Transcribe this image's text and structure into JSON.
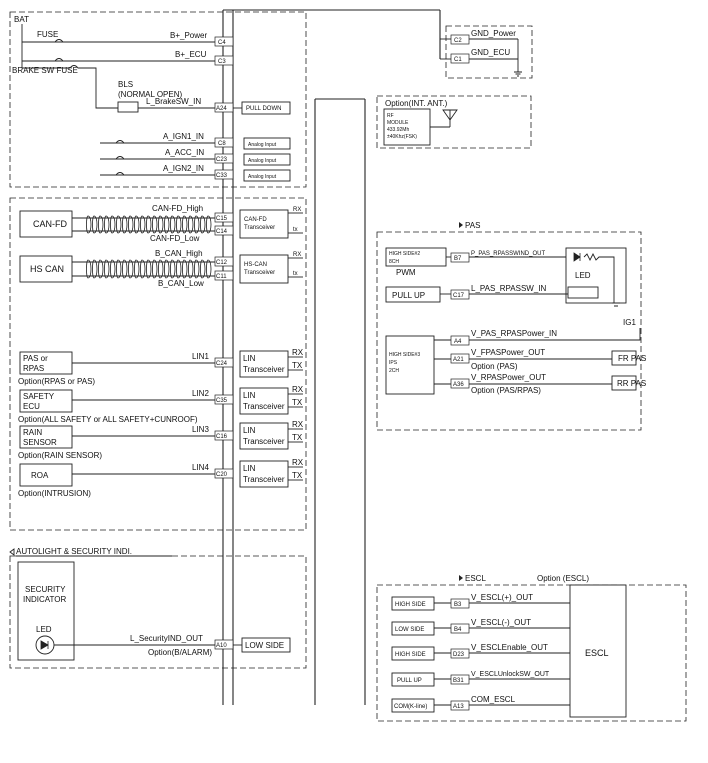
{
  "left": {
    "bat": "BAT",
    "fuse": "FUSE",
    "bplus_power": "B+_Power",
    "bplus_ecu": "B+_ECU",
    "brake_sw_fuse": "BRAKE SW FUSE",
    "bls": "BLS",
    "normal_open": "(NORMAL OPEN)",
    "l_brakesw_in": "L_BrakeSW_IN",
    "pull_down": "PULL DOWN",
    "a_ign1_in": "A_IGN1_IN",
    "a_acc_in": "A_ACC_IN",
    "a_ign2_in": "A_IGN2_IN",
    "analog_input": "Analog Input",
    "can_fd": "CAN-FD",
    "can_fd_high": "CAN-FD_High",
    "can_fd_low": "CAN-FD_Low",
    "can_fd_trans_1": "CAN-FD",
    "can_fd_trans_2": "Transceiver",
    "hs_can": "HS CAN",
    "b_can_high": "B_CAN_High",
    "b_can_low": "B_CAN_Low",
    "hs_can_trans_1": "HS-CAN",
    "hs_can_trans_2": "Transceiver",
    "rx": "RX",
    "tx": "tx",
    "pas_or": "PAS or",
    "rpas": "RPAS",
    "lin1": "LIN1",
    "option_rpas": "Option(RPAS or PAS)",
    "safety": "SAFETY",
    "ecu": "ECU",
    "lin2": "LIN2",
    "option_safety": "Option(ALL SAFETY or ALL SAFETY+CUNROOF)",
    "rain": "RAIN",
    "sensor": "SENSOR",
    "lin3": "LIN3",
    "option_rain": "Option(RAIN SENSOR)",
    "roa": "ROA",
    "lin4": "LIN4",
    "option_intrusion": "Option(INTRUSION)",
    "lin": "LIN",
    "transceiver": "Transceiver",
    "RX": "RX",
    "TX": "TX",
    "autolight": "AUTOLIGHT & SECURITY INDI.",
    "security": "SECURITY",
    "indicator": "INDICATOR",
    "led": "LED",
    "l_security": "L_SecurityIND_OUT",
    "option_balarm": "Option(B/ALARM)",
    "low_side": "LOW SIDE"
  },
  "pins": {
    "c4": "C4",
    "c3": "C3",
    "a24": "A24",
    "c8": "C8",
    "c23": "C23",
    "c33": "C33",
    "c15": "C15",
    "c14": "C14",
    "c12": "C12",
    "c11": "C11",
    "c24": "C24",
    "c35": "C35",
    "c16": "C16",
    "c20": "C20",
    "a10": "A10",
    "c2": "C2",
    "c1": "C1",
    "b7": "B7",
    "c17": "C17",
    "a4": "A4",
    "a21": "A21",
    "a36": "A36",
    "b3": "B3",
    "b4": "B4",
    "d23": "D23",
    "b31": "B31",
    "a13": "A13"
  },
  "right": {
    "gnd_power": "GND_Power",
    "gnd_ecu": "GND_ECU",
    "option_int_ant": "Option(INT. ANT.)",
    "rf": "RF",
    "module": "MODULE",
    "freq": "433.92Mh",
    "fsk": "±40Khz(FSK)",
    "pas": "PAS",
    "high_side2": "HIGH SIDE#2",
    "ch8": "8CH",
    "pwm": "PWM",
    "p_pas": "P_PAS_RPASSWIND_OUT",
    "led": "LED",
    "pull_up": "PULL UP",
    "l_pas": "L_PAS_RPASSW_IN",
    "ig1": "IG1",
    "v_pas_power": "V_PAS_RPASPower_IN",
    "high_side3": "HIGH SIDE#3",
    "ips": "IPS",
    "ch2": "2CH",
    "v_fpas": "V_FPASPower_OUT",
    "option_pas": "Option (PAS)",
    "fr_pas": "FR PAS",
    "v_rpas": "V_RPASPower_OUT",
    "option_pas_rpas": "Option (PAS/RPAS)",
    "rr_pas": "RR PAS",
    "escl": "ESCL",
    "option_escl": "Option (ESCL)",
    "high_side": "HIGH SIDE",
    "v_escl_plus": "V_ESCL(+)_OUT",
    "low_side": "LOW SIDE",
    "v_escl_minus": "V_ESCL(-)_OUT",
    "v_escl_enable": "V_ESCLEnable_OUT",
    "v_escl_unlock": "V_ESCLUnlockSW_OUT",
    "com_kline": "COM(K-line)",
    "com_escl": "COM_ESCL",
    "escl_box": "ESCL"
  }
}
